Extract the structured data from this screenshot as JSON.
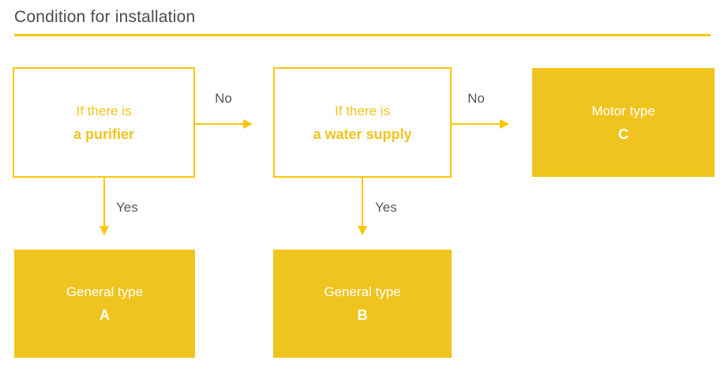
{
  "title": "Condition for installation",
  "colors": {
    "accent_yellow": "#FBC608",
    "box_fill_yellow": "#F0C41E",
    "edge_label_gray": "#57585A",
    "title_gray": "#4C4C4E",
    "result_text_white": "#FFFFFF"
  },
  "flow": {
    "decision_purifier": {
      "line1": "If there is",
      "line2": "a purifier"
    },
    "decision_water_supply": {
      "line1": "If there is",
      "line2": "a water supply"
    },
    "result_motor_c": {
      "line1": "Motor type",
      "line2": "C"
    },
    "result_general_a": {
      "line1": "General type",
      "line2": "A"
    },
    "result_general_b": {
      "line1": "General type",
      "line2": "B"
    },
    "edges": {
      "no_purifier": "No",
      "no_water_supply": "No",
      "yes_purifier": "Yes",
      "yes_water_supply": "Yes"
    }
  }
}
